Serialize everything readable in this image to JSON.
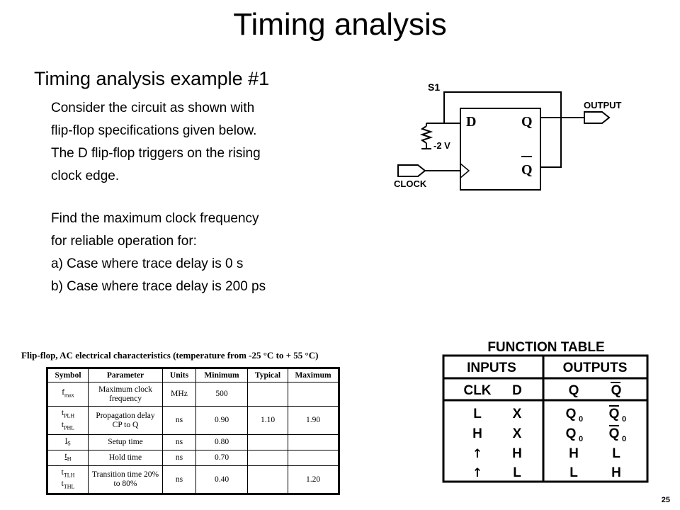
{
  "slide": {
    "title": "Timing analysis",
    "subtitle": "Timing analysis example #1",
    "lines": [
      "Consider the circuit as shown with",
      "flip-flop specifications given below.",
      "The D flip-flop triggers on the rising",
      "clock edge.",
      "Find the maximum clock frequency",
      "for reliable operation for:",
      "a) Case where trace delay is 0 s",
      "b) Case where trace delay is 200 ps"
    ],
    "page_number": "25"
  },
  "circuit": {
    "label_s1": "S1",
    "label_output": "OUTPUT",
    "label_d": "D",
    "label_q": "Q",
    "label_qbar": "Q",
    "label_voltage": "-2 V",
    "label_clock": "CLOCK"
  },
  "spec_table": {
    "caption": "Flip-flop, AC electrical characteristics (temperature from -25 °C to + 55 °C)",
    "headers": [
      "Symbol",
      "Parameter",
      "Units",
      "Minimum",
      "Typical",
      "Maximum"
    ],
    "rows": [
      {
        "symbol": "f",
        "symbol_sub": "max",
        "parameter": "Maximum clock frequency",
        "units": "MHz",
        "minimum": "500",
        "typical": "",
        "maximum": ""
      },
      {
        "symbol": "t",
        "symbol_sub": "PLH",
        "symbol2": "t",
        "symbol2_sub": "PHL",
        "parameter": "Propagation delay CP to Q",
        "units": "ns",
        "minimum": "0.90",
        "typical": "1.10",
        "maximum": "1.90"
      },
      {
        "symbol": "t",
        "symbol_sub": "S",
        "parameter": "Setup time",
        "units": "ns",
        "minimum": "0.80",
        "typical": "",
        "maximum": ""
      },
      {
        "symbol": "t",
        "symbol_sub": "H",
        "parameter": "Hold time",
        "units": "ns",
        "minimum": "0.70",
        "typical": "",
        "maximum": ""
      },
      {
        "symbol": "t",
        "symbol_sub": "TLH",
        "symbol2": "t",
        "symbol2_sub": "THL",
        "parameter": "Transition time 20% to 80%",
        "units": "ns",
        "minimum": "0.40",
        "typical": "",
        "maximum": "1.20"
      }
    ]
  },
  "function_table": {
    "title": "FUNCTION TABLE",
    "group_inputs": "INPUTS",
    "group_outputs": "OUTPUTS",
    "col_clk": "CLK",
    "col_d": "D",
    "col_q": "Q",
    "col_qbar": "Q",
    "rows": [
      {
        "clk": "L",
        "d": "X",
        "q": "Q",
        "q_sub": "0",
        "qbar": "Q",
        "qbar_sub": "0"
      },
      {
        "clk": "H",
        "d": "X",
        "q": "Q",
        "q_sub": "0",
        "qbar": "Q",
        "qbar_sub": "0"
      },
      {
        "clk": "↑",
        "d": "H",
        "q": "H",
        "q_sub": "",
        "qbar": "L",
        "qbar_sub": ""
      },
      {
        "clk": "↑",
        "d": "L",
        "q": "L",
        "q_sub": "",
        "qbar": "H",
        "qbar_sub": ""
      }
    ]
  }
}
